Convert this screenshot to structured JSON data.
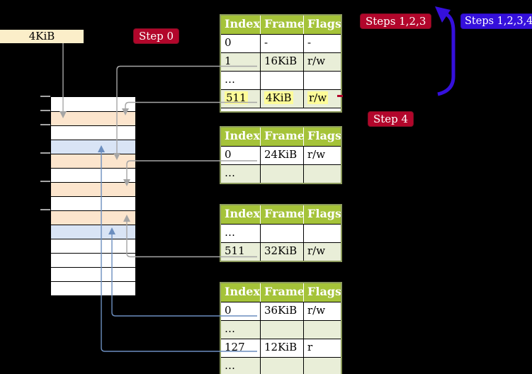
{
  "colors": {
    "bg": "#000000",
    "accent-red": "#b2062b",
    "accent-red-border": "#7e0e22",
    "accent-blue": "#3510dc",
    "accent-blue-border": "#2a0bb2",
    "line-gray": "#a6a6a6",
    "line-blue": "#6c8ebf",
    "table-header-green": "#a5c339",
    "table-row-green": "#e9eed8",
    "row-peach": "#fce5cd",
    "row-blue": "#d9e4f5",
    "highlight-yellow": "#fefc98",
    "label-wheat": "#fbeec9"
  },
  "labels": {
    "page_size": "4KiB"
  },
  "badges": {
    "step0": "Step 0",
    "steps123": "Steps 1,2,3",
    "steps1234": "Steps 1,2,3,4",
    "step4": "Step 4"
  },
  "page_tables": {
    "header": [
      "Index",
      "Frame",
      "Flags"
    ],
    "level1": {
      "rows": {
        "r0": {
          "index": "0",
          "frame": "-",
          "flags": "-"
        },
        "r1": {
          "index": "1",
          "frame": "16KiB",
          "flags": "r/w"
        },
        "dots": {
          "index": "…",
          "frame": "",
          "flags": ""
        },
        "r511": {
          "index": "511",
          "frame": "4KiB",
          "flags": "r/w"
        }
      }
    },
    "level2": {
      "rows": {
        "r0": {
          "index": "0",
          "frame": "24KiB",
          "flags": "r/w"
        },
        "dots": {
          "index": "…",
          "frame": "",
          "flags": ""
        }
      }
    },
    "level3": {
      "rows": {
        "dots": {
          "index": "…",
          "frame": "",
          "flags": ""
        },
        "r511": {
          "index": "511",
          "frame": "32KiB",
          "flags": "r/w"
        }
      }
    },
    "level4": {
      "rows": {
        "r0": {
          "index": "0",
          "frame": "36KiB",
          "flags": "r/w"
        },
        "dots1": {
          "index": "…",
          "frame": "",
          "flags": ""
        },
        "r127": {
          "index": "127",
          "frame": "12KiB",
          "flags": "r"
        },
        "dots2": {
          "index": "…",
          "frame": "",
          "flags": ""
        }
      }
    }
  },
  "memory_stack": {
    "rows": [
      "white",
      "peach",
      "white",
      "blue",
      "peach",
      "white",
      "peach",
      "white",
      "peach",
      "blue",
      "white",
      "white",
      "white",
      "white"
    ]
  }
}
